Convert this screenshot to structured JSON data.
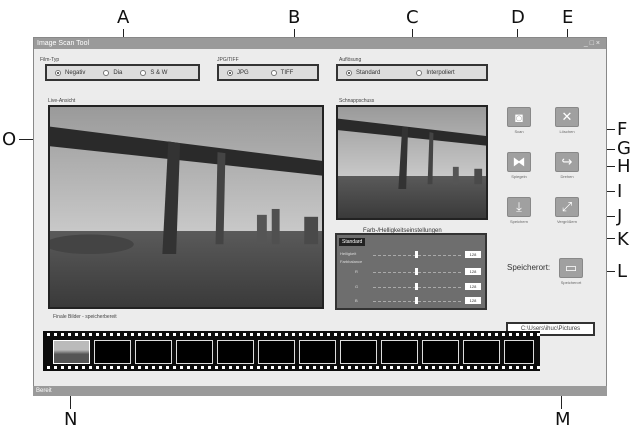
{
  "app": {
    "title": "Image Scan Tool",
    "window_controls": "_  □  ×",
    "status": "Bereit"
  },
  "groups": {
    "film_type": {
      "label": "Film-Typ",
      "options": [
        "Negativ",
        "Dia",
        "S & W"
      ],
      "selected": 0
    },
    "format": {
      "label": "JPG/TIFF",
      "options": [
        "JPG",
        "TIFF"
      ],
      "selected": 0
    },
    "resolution": {
      "label": "Auflösung",
      "options": [
        "Standard",
        "Interpoliert"
      ],
      "selected": 0
    }
  },
  "panels": {
    "live_label": "Live-Ansicht",
    "snapshot_label": "Schnappschuss",
    "film_strip_label": "Finale Bilder - speicherbereit"
  },
  "buttons": {
    "scan": "Scan",
    "delete": "Löschen",
    "mirror": "Spiegeln",
    "rotate": "Drehen",
    "save": "Speichern",
    "enlarge": "Vergrößern",
    "storage_btn": "Speicherort"
  },
  "adjust": {
    "title": "Farb-/Helligkeitseinstellungen",
    "standard": "Standard",
    "sliders": [
      {
        "label": "Helligkeit",
        "value": "128"
      },
      {
        "label": "R",
        "value": "128"
      },
      {
        "label": "G",
        "value": "128"
      },
      {
        "label": "B",
        "value": "128"
      }
    ],
    "balance_label": "Farbbalance"
  },
  "storage": {
    "label": "Speicherort:",
    "path": "C:\\Users\\ihuc\\Pictures"
  },
  "callouts": [
    "A",
    "B",
    "C",
    "D",
    "E",
    "F",
    "G",
    "H",
    "I",
    "J",
    "K",
    "L",
    "M",
    "N",
    "O"
  ],
  "icons": {
    "scan": "camera-icon",
    "delete": "close-icon",
    "mirror": "mirror-icon",
    "rotate": "rotate-icon",
    "save": "download-icon",
    "enlarge": "enlarge-icon",
    "storage": "folder-icon"
  }
}
